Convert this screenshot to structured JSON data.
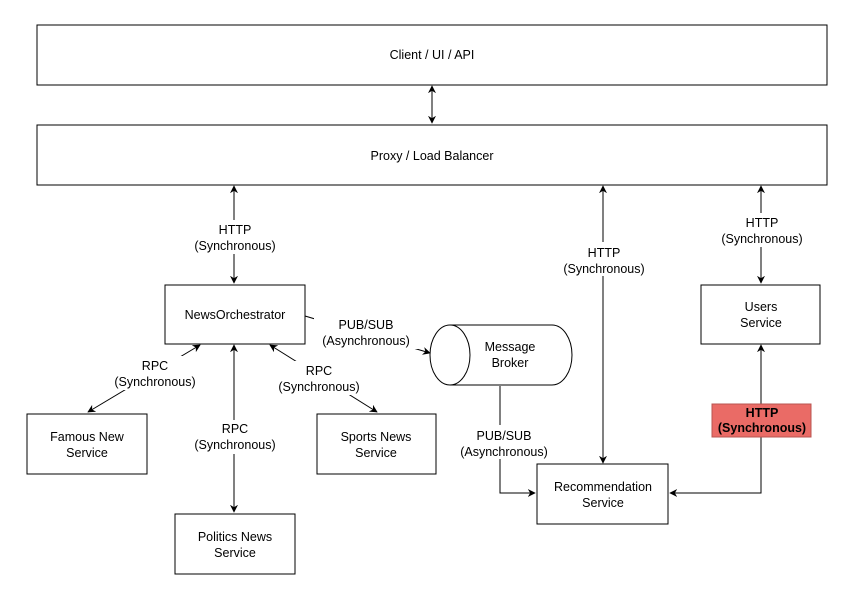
{
  "nodes": {
    "client": "Client / UI / API",
    "proxy": "Proxy / Load Balancer",
    "orchestrator": "NewsOrchestrator",
    "broker": [
      "Message",
      "Broker"
    ],
    "users": [
      "Users",
      "Service"
    ],
    "famous": [
      "Famous New",
      "Service"
    ],
    "sports": [
      "Sports News",
      "Service"
    ],
    "politics": [
      "Politics News",
      "Service"
    ],
    "recommendation": [
      "Recommendation",
      "Service"
    ]
  },
  "edges": {
    "proxy_orchestrator": [
      "HTTP",
      "(Synchronous)"
    ],
    "proxy_recommendation": [
      "HTTP",
      "(Synchronous)"
    ],
    "proxy_users": [
      "HTTP",
      "(Synchronous)"
    ],
    "orchestrator_broker": [
      "PUB/SUB",
      "(Asynchronous)"
    ],
    "orchestrator_famous": [
      "RPC",
      "(Synchronous)"
    ],
    "orchestrator_sports": [
      "RPC",
      "(Synchronous)"
    ],
    "orchestrator_politics": [
      "RPC",
      "(Synchronous)"
    ],
    "broker_recommendation": [
      "PUB/SUB",
      "(Asynchronous)"
    ],
    "users_recommendation": [
      "HTTP",
      "(Synchronous)"
    ]
  },
  "colors": {
    "highlight_fill": "#ea6b66",
    "highlight_stroke": "#b85450"
  }
}
